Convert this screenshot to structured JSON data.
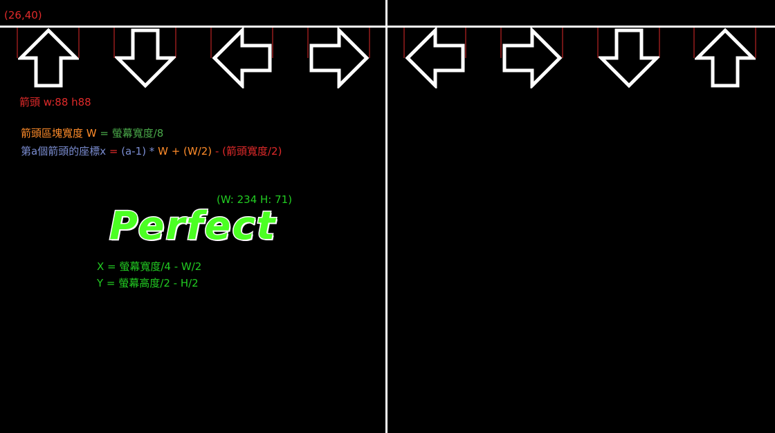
{
  "coord_label": "(26,40)",
  "arrow_size_label": "箭頭 w:88 h88",
  "formula_block": [
    {
      "text": "箭頭區塊寬度 ",
      "color": "#ff8c2a"
    },
    {
      "text": "W",
      "color": "#ff8c2a"
    },
    {
      "text": " = ",
      "color": "#4aaa4a"
    },
    {
      "text": "螢幕寬度/8",
      "color": "#4aaa4a"
    }
  ],
  "formula_x": [
    {
      "text": "第a個箭頭的座標x",
      "color": "#7a8cd0"
    },
    {
      "text": " = ",
      "color": "#e02a2a"
    },
    {
      "text": "(a-1) * ",
      "color": "#7a8cd0"
    },
    {
      "text": "W",
      "color": "#ff8c2a"
    },
    {
      "text": " + (W/2) ",
      "color": "#ff8c2a"
    },
    {
      "text": "- ",
      "color": "#e02a2a"
    },
    {
      "text": "(箭頭寬度/2)",
      "color": "#e02a2a"
    }
  ],
  "perfect_text": "Perfect",
  "perfect_dims": "(W: 234 H: 71)",
  "pos_x_formula": "X = 螢幕寬度/4 - W/2",
  "pos_y_formula": "Y = 螢幕高度/2 - H/2",
  "colors": {
    "background": "#000000",
    "line": "#ffffff",
    "guide": "#e02a2a",
    "perfect": "#4bff23"
  },
  "arrows": [
    "up",
    "down",
    "left",
    "right",
    "left",
    "right",
    "down",
    "up"
  ]
}
